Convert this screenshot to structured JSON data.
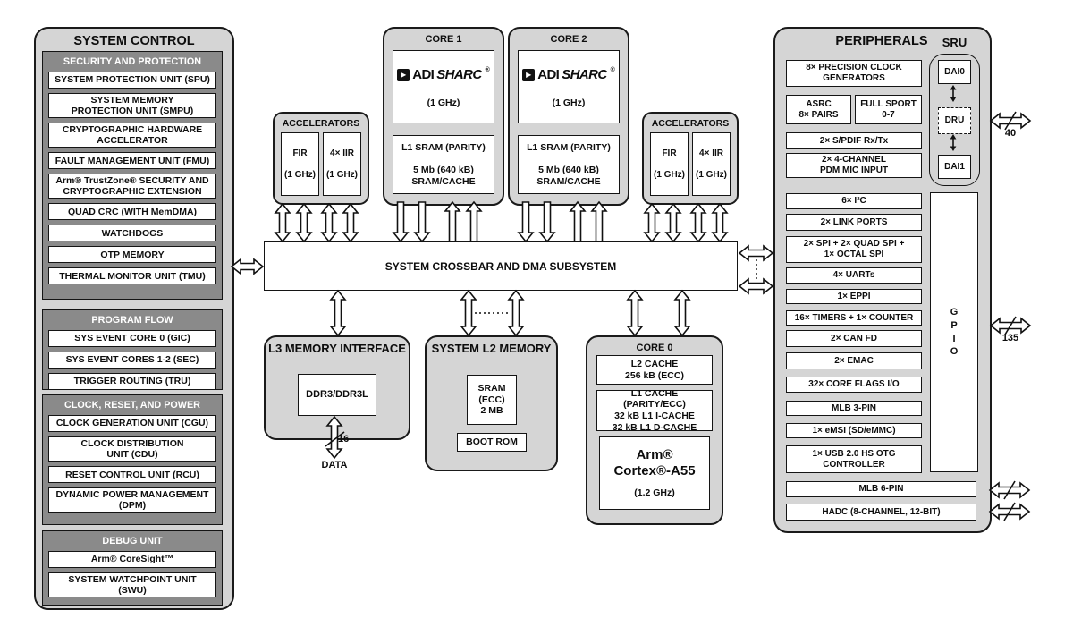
{
  "system_control": {
    "title": "SYSTEM CONTROL",
    "security": {
      "header": "SECURITY AND PROTECTION",
      "items": [
        "SYSTEM PROTECTION UNIT (SPU)",
        "SYSTEM MEMORY\nPROTECTION UNIT (SMPU)",
        "CRYPTOGRAPHIC HARDWARE\nACCELERATOR",
        "FAULT MANAGEMENT UNIT (FMU)",
        "Arm® TrustZone® SECURITY AND\nCRYPTOGRAPHIC EXTENSION",
        "QUAD CRC (WITH MemDMA)",
        "WATCHDOGS",
        "OTP MEMORY",
        "THERMAL MONITOR UNIT (TMU)"
      ]
    },
    "program_flow": {
      "header": "PROGRAM FLOW",
      "items": [
        "SYS EVENT CORE 0 (GIC)",
        "SYS EVENT CORES 1-2 (SEC)",
        "TRIGGER ROUTING (TRU)"
      ]
    },
    "clock_reset_power": {
      "header": "CLOCK, RESET, AND POWER",
      "items": [
        "CLOCK GENERATION UNIT (CGU)",
        "CLOCK DISTRIBUTION\nUNIT (CDU)",
        "RESET CONTROL UNIT (RCU)",
        "DYNAMIC POWER MANAGEMENT\n(DPM)"
      ]
    },
    "debug": {
      "header": "DEBUG UNIT",
      "items": [
        "Arm® CoreSight™",
        "SYSTEM WATCHPOINT UNIT\n(SWU)"
      ]
    }
  },
  "accelerators_left": {
    "title": "ACCELERATORS",
    "items": [
      "FIR\n\n(1 GHz)",
      "4× IIR\n\n(1 GHz)"
    ]
  },
  "accelerators_right": {
    "title": "ACCELERATORS",
    "items": [
      "FIR\n\n(1 GHz)",
      "4× IIR\n\n(1 GHz)"
    ]
  },
  "core1": {
    "title": "CORE 1",
    "logo_adi": "ADI",
    "logo_sharc": "SHARC",
    "logo_reg": "®",
    "clock": "(1 GHz)",
    "sram": "L1 SRAM (PARITY)\n\n5 Mb (640 kB)\nSRAM/CACHE"
  },
  "core2": {
    "title": "CORE 2",
    "logo_adi": "ADI",
    "logo_sharc": "SHARC",
    "logo_reg": "®",
    "clock": "(1 GHz)",
    "sram": "L1 SRAM (PARITY)\n\n5 Mb (640 kB)\nSRAM/CACHE"
  },
  "crossbar": {
    "label": "SYSTEM CROSSBAR AND DMA SUBSYSTEM"
  },
  "l3_memory": {
    "title": "L3 MEMORY\nINTERFACE",
    "box": "DDR3/DDR3L",
    "bus_width": "16",
    "bus_label": "DATA"
  },
  "l2_memory": {
    "title": "SYSTEM\nL2 MEMORY",
    "sram": "SRAM\n(ECC)\n2 MB",
    "boot_rom": "BOOT ROM"
  },
  "core0": {
    "title": "CORE 0",
    "l2_cache": "L2 CACHE\n256 kB (ECC)",
    "l1_cache": "L1 CACHE (PARITY/ECC)\n32 kB L1 I-CACHE\n32 kB L1 D-CACHE",
    "cpu_line1": "Arm®",
    "cpu_line2": "Cortex®-A55",
    "cpu_clock": "(1.2 GHz)"
  },
  "peripherals": {
    "title": "PERIPHERALS",
    "items": [
      "8× PRECISION CLOCK\nGENERATORS",
      "ASRC\n8× PAIRS",
      "FULL SPORT\n0-7",
      "2× S/PDIF Rx/Tx",
      "2× 4-CHANNEL\nPDM MIC INPUT",
      "6× I²C",
      "2× LINK PORTS",
      "2× SPI + 2× QUAD SPI +\n1× OCTAL SPI",
      "4× UARTs",
      "1× EPPI",
      "16× TIMERS + 1× COUNTER",
      "2× CAN FD",
      "2× EMAC",
      "32× CORE FLAGS I/O",
      "MLB 3-PIN",
      "1× eMSI (SD/eMMC)",
      "1× USB 2.0 HS OTG\nCONTROLLER",
      "MLB 6-PIN",
      "HADC (8-CHANNEL, 12-BIT)"
    ],
    "sru": {
      "label": "SRU",
      "dai0": "DAI0",
      "dru": "DRU",
      "dai1": "DAI1"
    },
    "gpio": "G\nP\nI\nO"
  },
  "bus_labels": {
    "sru_width": "40",
    "gpio_width": "135",
    "ddr_width": "16",
    "ddr_label": "DATA"
  },
  "colors": {
    "panel_bg": "#d5d5d5",
    "section_bg": "#8a8a8a",
    "box_bg": "#ffffff",
    "border": "#141414"
  }
}
